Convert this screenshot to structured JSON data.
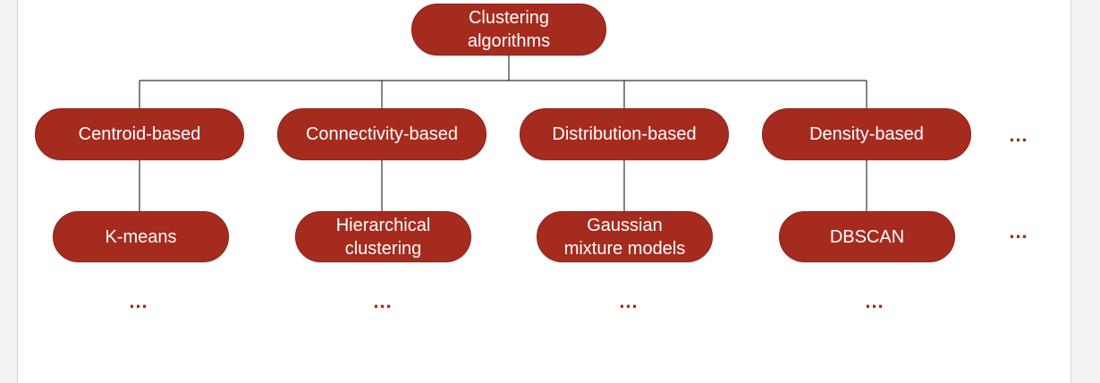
{
  "diagram": {
    "root": {
      "label": "Clustering\nalgorithms"
    },
    "categories": [
      {
        "label": "Centroid-based",
        "example": "K-means",
        "more": "..."
      },
      {
        "label": "Connectivity-based",
        "example": "Hierarchical\nclustering",
        "more": "..."
      },
      {
        "label": "Distribution-based",
        "example": "Gaussian\nmixture models",
        "more": "..."
      },
      {
        "label": "Density-based",
        "example": "DBSCAN",
        "more": "..."
      }
    ],
    "more_categories": "...",
    "more_examples": "...",
    "colors": {
      "node_fill": "#a62b1f",
      "node_text": "#ffffff",
      "connector": "#333333",
      "ellipsis": "#a62b1f"
    }
  }
}
